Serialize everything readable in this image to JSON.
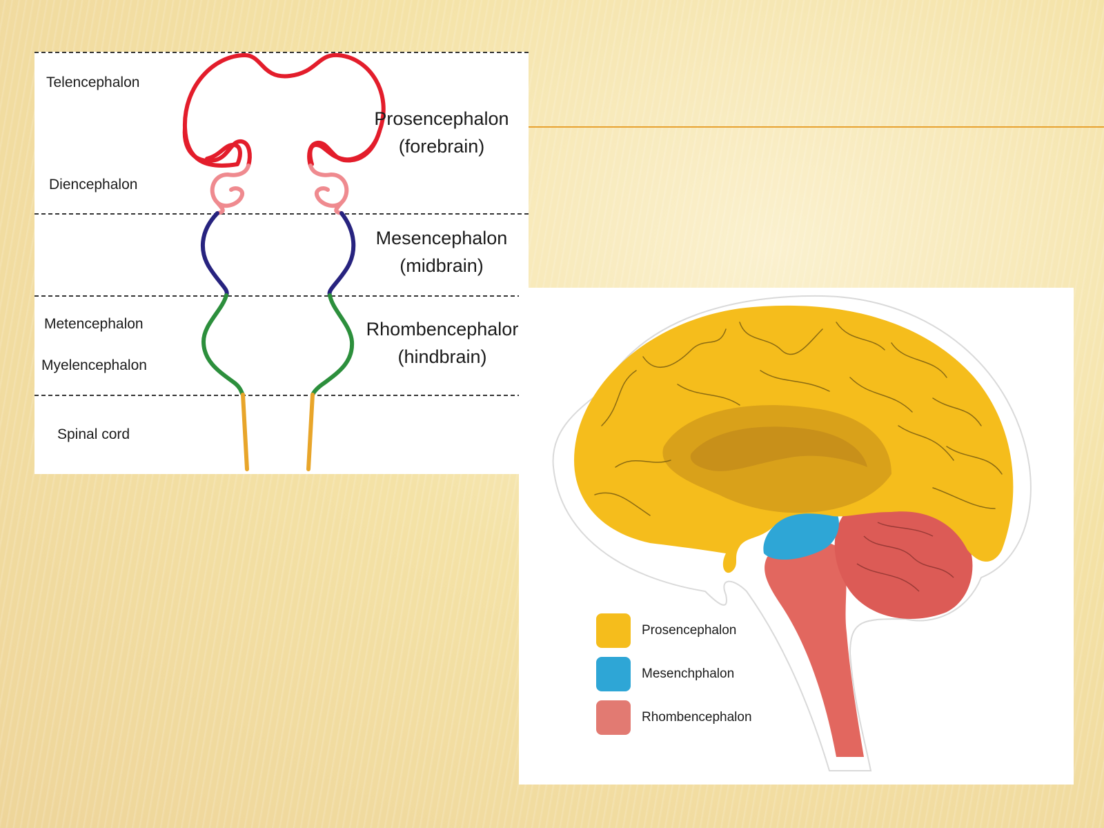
{
  "diagram": {
    "sub_labels": {
      "telencephalon": "Telencephalon",
      "diencephalon": "Diencephalon",
      "metencephalon": "Metencephalon",
      "myelencephalon": "Myelencephalon",
      "spinal_cord": "Spinal cord"
    },
    "regions": {
      "prosencephalon_name": "Prosencephalon",
      "prosencephalon_common": "(forebrain)",
      "mesencephalon_name": "Mesencephalon",
      "mesencephalon_common": "(midbrain)",
      "rhombencephalon_name": "Rhombencephalor",
      "rhombencephalon_common": "(hindbrain)"
    },
    "colors": {
      "telencephalon": "#e31d2b",
      "diencephalon": "#ef8a8f",
      "mesencephalon": "#27237f",
      "rhombencephalon": "#2c8f3c",
      "spinal_cord": "#e8a52a"
    }
  },
  "brain": {
    "legend": [
      {
        "label": "Prosencephalon",
        "color": "#f5bd1c"
      },
      {
        "label": "Mesenchphalon",
        "color": "#2ea6d6"
      },
      {
        "label": "Rhombencephalon",
        "color": "#e27a72"
      }
    ]
  }
}
